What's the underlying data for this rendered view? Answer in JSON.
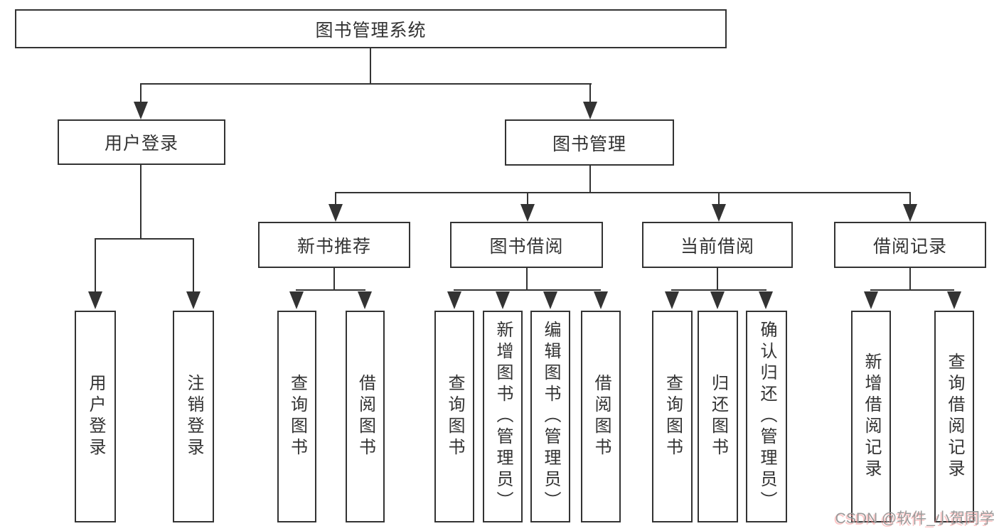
{
  "title": "图书管理系统",
  "watermark": "CSDN @软件_小贺同学",
  "colors": {
    "line": "#333333",
    "text": "#333333",
    "watermark": "#9a9a9a",
    "background": "#ffffff"
  },
  "tree": {
    "root": "图书管理系统",
    "children": [
      {
        "label": "用户登录",
        "children": [
          "用户登录",
          "注销登录"
        ]
      },
      {
        "label": "图书管理",
        "children": [
          {
            "label": "新书推荐",
            "children": [
              "查询图书",
              "借阅图书"
            ]
          },
          {
            "label": "图书借阅",
            "children": [
              "查询图书",
              "新增图书（管理员）",
              "编辑图书（管理员）",
              "借阅图书"
            ]
          },
          {
            "label": "当前借阅",
            "children": [
              "查询图书",
              "归还图书",
              "确认归还（管理员）"
            ]
          },
          {
            "label": "借阅记录",
            "children": [
              "新增借阅记录",
              "查询借阅记录"
            ]
          }
        ]
      }
    ]
  }
}
